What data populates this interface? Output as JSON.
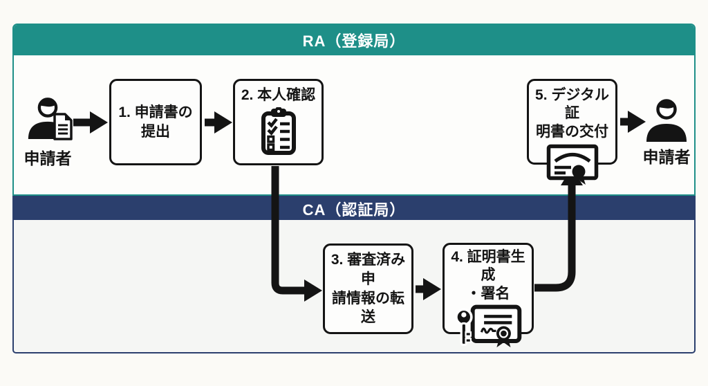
{
  "lanes": {
    "ra": {
      "label": "RA（登録局）",
      "band_color": "#1e8f88"
    },
    "ca": {
      "label": "CA（認証局）",
      "band_color": "#2b3f6d"
    }
  },
  "actors": {
    "left": {
      "label": "申請者",
      "icon": "person-with-document-icon"
    },
    "right": {
      "label": "申請者",
      "icon": "person-icon"
    }
  },
  "steps": [
    {
      "label": "1. 申請書の\n提出",
      "icon": null
    },
    {
      "label": "2. 本人確認",
      "icon": "checklist-clipboard-icon"
    },
    {
      "label": "3. 審査済み申\n請情報の転送",
      "icon": null
    },
    {
      "label": "4. 証明書生成\n・署名",
      "icon": "key-and-certificate-icon"
    },
    {
      "label": "5. デジタル証\n明書の交付",
      "icon": "certificate-icon"
    }
  ],
  "flow": [
    "applicant → step1",
    "step1 → step2",
    "step2 → step3",
    "step3 → step4",
    "step4 → step5",
    "step5 → applicant"
  ],
  "colors": {
    "ra_band": "#1e8f88",
    "ca_band": "#2b3f6d",
    "arrow": "#141414",
    "box_border": "#141414",
    "background": "#fbfaf6"
  }
}
